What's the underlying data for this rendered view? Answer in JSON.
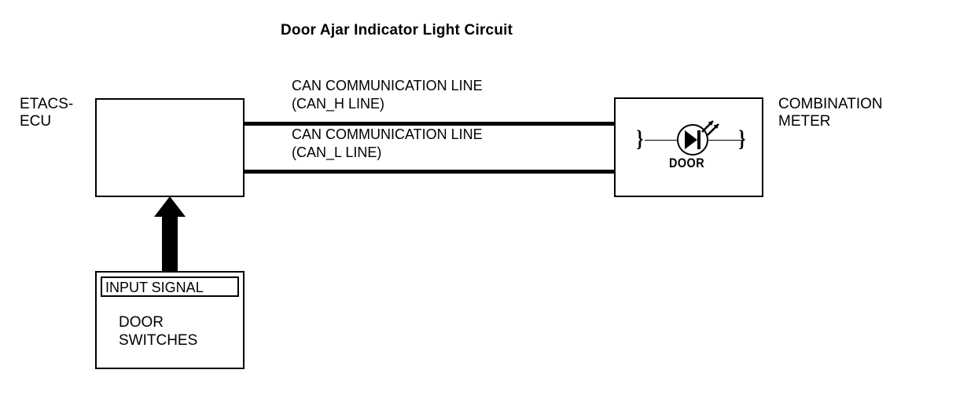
{
  "title": "Door Ajar Indicator Light Circuit",
  "colors": {
    "line": "#000000",
    "background": "#ffffff"
  },
  "nodes": {
    "etacs_ecu": {
      "label": "ETACS-\nECU"
    },
    "combination_meter": {
      "label": "COMBINATION\nMETER",
      "indicator_label": "DOOR",
      "indicator_icon": "led-lamp-icon"
    },
    "door_switches": {
      "header": "INPUT SIGNAL",
      "label": "DOOR\nSWITCHES"
    }
  },
  "connections": {
    "can_h": "CAN COMMUNICATION LINE\n(CAN_H LINE)",
    "can_l": "CAN COMMUNICATION LINE\n(CAN_L LINE)",
    "input_signal_arrow": "up-arrow-icon"
  }
}
